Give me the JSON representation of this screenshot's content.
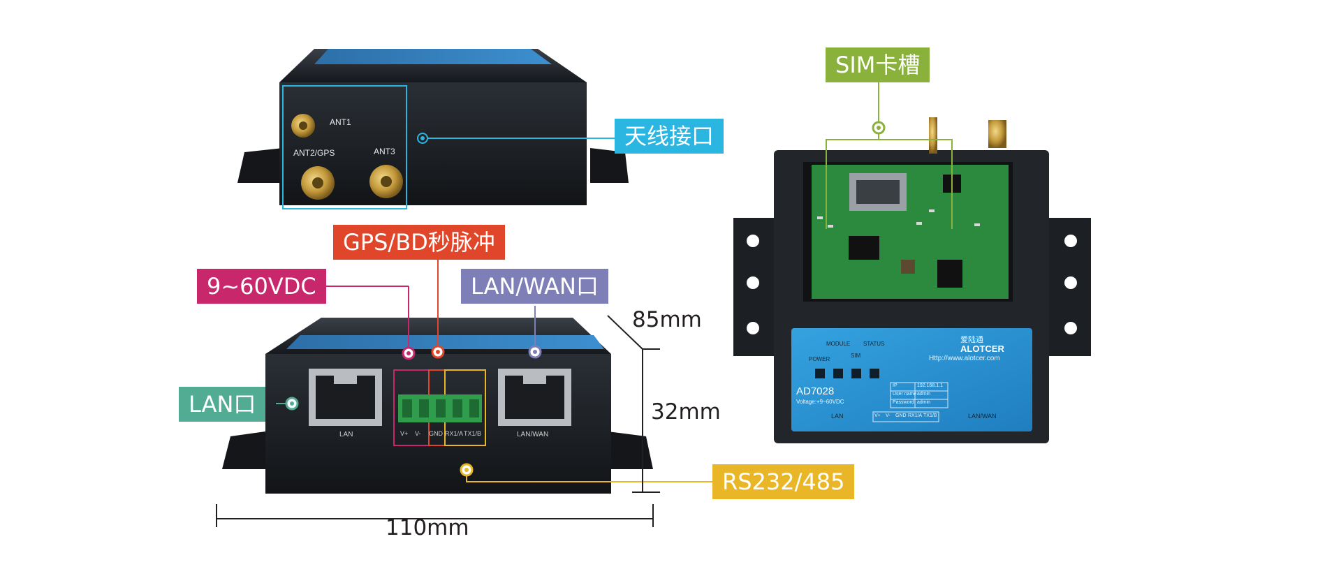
{
  "labels": {
    "antenna": "天线接口",
    "sim_slot": "SIM卡槽",
    "gps_pulse": "GPS/BD秒脉冲",
    "power": "9~60VDC",
    "lan_wan": "LAN/WAN口",
    "lan": "LAN口",
    "serial": "RS232/485"
  },
  "dimensions": {
    "depth": "85mm",
    "height": "32mm",
    "width": "110mm"
  },
  "device_top": {
    "ant1": "ANT1",
    "ant2": "ANT2/GPS",
    "ant3": "ANT3"
  },
  "device_front": {
    "port_lan": "LAN",
    "port_lanwan": "LAN/WAN",
    "terminal_labels": [
      "V+",
      "V-",
      "GND",
      "RX1/A",
      "TX1/B"
    ]
  },
  "device_panel": {
    "brand_cn": "爱陆通",
    "brand": "ALOTCER",
    "url": "Http://www.alotcer.com",
    "model": "AD7028",
    "voltage": "Voltage:+9~60VDC",
    "led_labels": [
      "POWER",
      "MODULE",
      "SIM",
      "STATUS"
    ],
    "info_rows": [
      [
        "IP",
        "192.168.1.1"
      ],
      [
        "User name",
        "admin"
      ],
      [
        "Password",
        "admin"
      ]
    ],
    "bottom_lan": "LAN",
    "bottom_lanwan": "LAN/WAN",
    "bottom_terminals": [
      "V+",
      "V-",
      "GND",
      "RX1/A",
      "TX1/B"
    ]
  },
  "colors": {
    "antenna": "#2bb6e2",
    "sim_slot": "#8bb13d",
    "gps_pulse": "#e0462a",
    "power": "#c8276b",
    "lan_wan": "#7f7fb8",
    "lan": "#52ac93",
    "serial": "#e9b627",
    "device_body": "#1f2328",
    "panel_blue": "#2a8fd3",
    "pcb_green": "#2c8a3e"
  }
}
